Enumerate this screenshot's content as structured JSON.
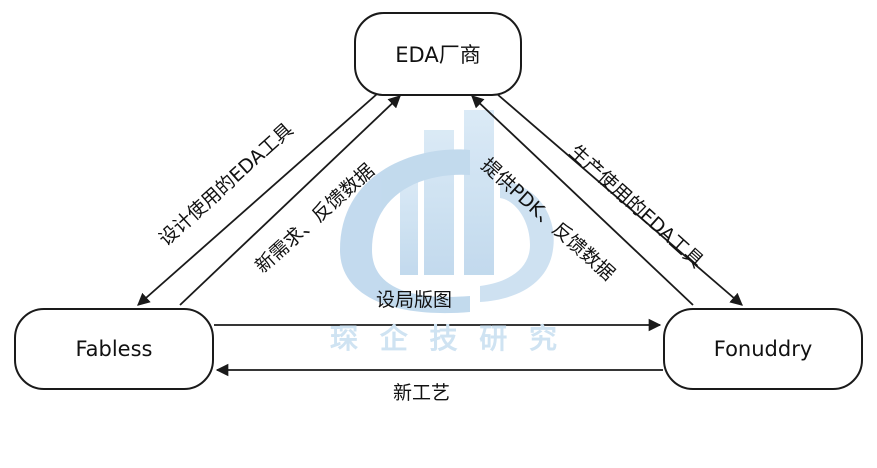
{
  "nodes": {
    "eda": "EDA厂商",
    "fabless": "Fabless",
    "foundry": "Fonuddry"
  },
  "edges": {
    "eda_to_fabless": "设计使用的EDA工具",
    "fabless_to_eda": "新需求、反馈数据",
    "foundry_to_eda": "提供PDK、反馈数据",
    "eda_to_foundry": "生产使用的EDA工具",
    "fabless_to_foundry": "设局版图",
    "foundry_to_fabless": "新工艺"
  },
  "watermark": {
    "text": "琛 企 技 研 究",
    "color": "#cfe3f2"
  },
  "colors": {
    "line": "#1a1a1a",
    "watermark": "#cfe3f2"
  }
}
